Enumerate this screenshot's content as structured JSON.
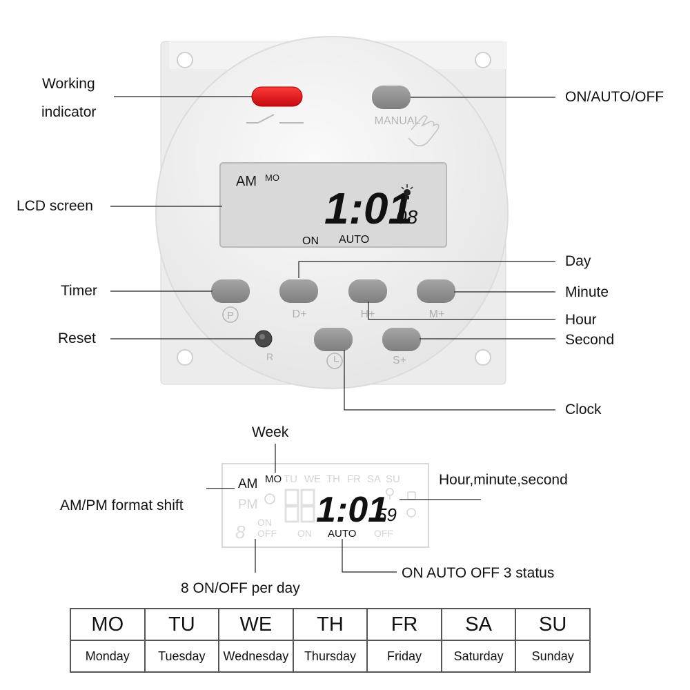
{
  "callouts": {
    "working_indicator": [
      "Working",
      "indicator"
    ],
    "on_auto_off": "ON/AUTO/OFF",
    "lcd_screen": "LCD screen",
    "timer": "Timer",
    "reset": "Reset",
    "day": "Day",
    "minute": "Minute",
    "hour": "Hour",
    "second": "Second",
    "clock": "Clock",
    "week": "Week",
    "hour_minute_second": "Hour,minute,second",
    "am_pm_format_shift": "AM/PM format shift",
    "eight_on_off": "8 ON/OFF per day",
    "status_3": "ON AUTO OFF 3 status"
  },
  "device": {
    "manual_label": "MANUAL",
    "lcd": {
      "ampm": "AM",
      "day": "MO",
      "time": "1:01",
      "seconds": "08",
      "on": "ON",
      "auto": "AUTO"
    },
    "buttons": {
      "timer": "P",
      "day": "D+",
      "hour": "H+",
      "minute": "M+",
      "second": "S+",
      "reset": "R"
    }
  },
  "detail_lcd": {
    "am": "AM",
    "pm": "PM",
    "days": [
      "MO",
      "TU",
      "WE",
      "TH",
      "FR",
      "SA",
      "SU"
    ],
    "time": "1:01",
    "seconds": "59",
    "program": "8",
    "on_small": "ON",
    "off_small": "OFF",
    "on": "ON",
    "auto": "AUTO",
    "off": "OFF"
  },
  "week_table": {
    "codes": [
      "MO",
      "TU",
      "WE",
      "TH",
      "FR",
      "SA",
      "SU"
    ],
    "names": [
      "Monday",
      "Tuesday",
      "Wednesday",
      "Thursday",
      "Friday",
      "Saturday",
      "Sunday"
    ]
  },
  "colors": {
    "indicator": "#e0141a",
    "device_body": "#eeeeee",
    "lcd": "#d9d9d9",
    "button": "#8f8f8f"
  }
}
